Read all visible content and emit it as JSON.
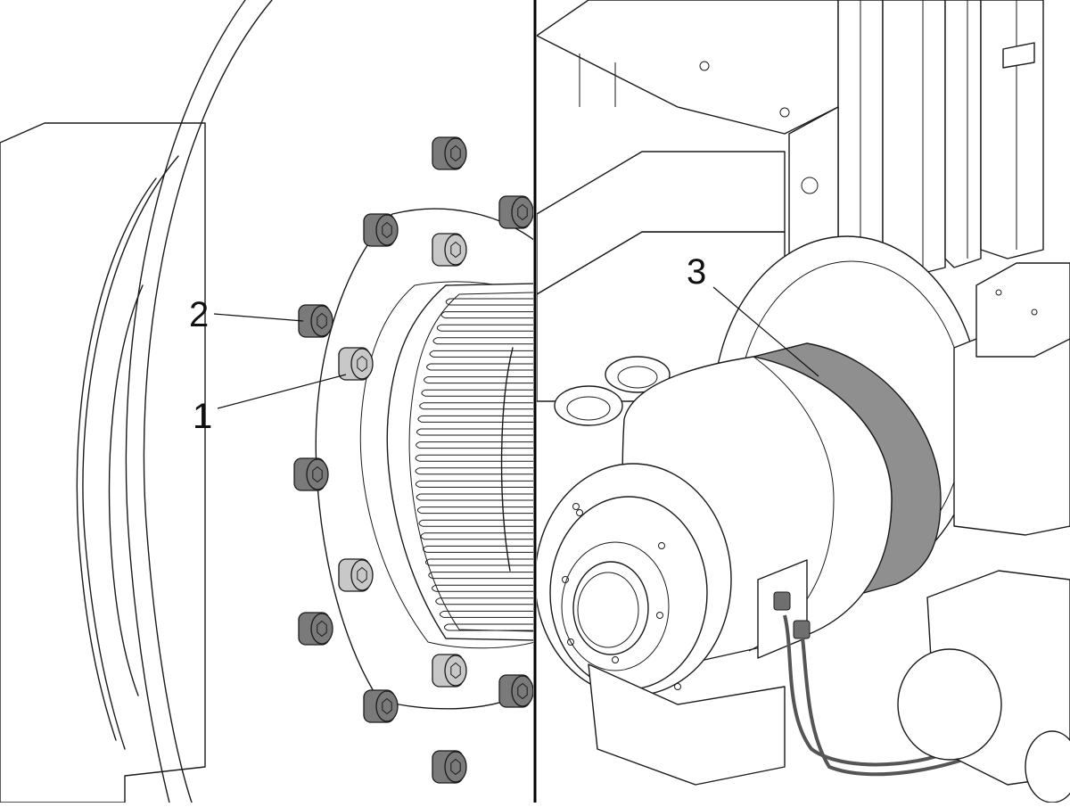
{
  "colors": {
    "line": "#1a1a1a",
    "bolt_dark": "#7a7a7a",
    "bolt_light": "#c8c8c8",
    "highlight_band": "#8f8f8f",
    "panel_divider": "#000000"
  },
  "callouts": {
    "one": "1",
    "two": "2",
    "three": "3"
  },
  "icons": {
    "bolt_dark": "socket-head-cap-screw-dark",
    "bolt_light": "socket-head-cap-screw-light",
    "band": "highlighted-belt-band"
  }
}
